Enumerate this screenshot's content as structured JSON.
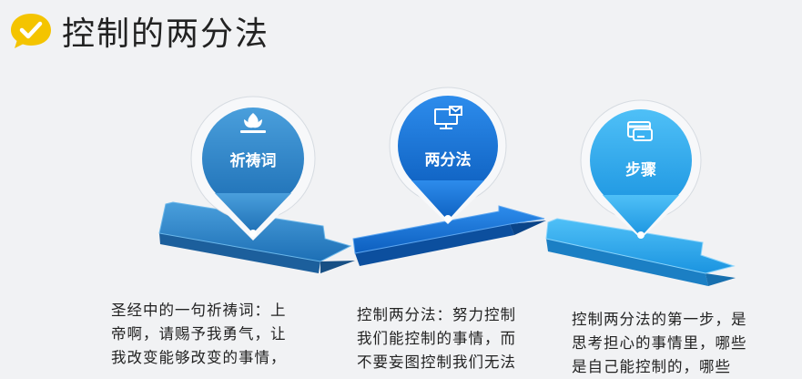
{
  "title": "控制的两分法",
  "colors": {
    "background": "#f1f2f4",
    "step1": "#2f86c9",
    "step2": "#1673d4",
    "step3": "#2ba6ee",
    "logo": "#f4c400"
  },
  "steps": [
    {
      "label": "祈祷词",
      "icon": "flower-icon",
      "text": [
        "圣经中的一句祈祷词：上",
        "帝啊，请赐予我勇气，让",
        "我改变能够改变的事情，"
      ]
    },
    {
      "label": "两分法",
      "icon": "monitor-mail-icon",
      "text": [
        "控制两分法：努力控制",
        "我们能控制的事情，而",
        "不要妄图控制我们无法"
      ]
    },
    {
      "label": "步骤",
      "icon": "card-icon",
      "text": [
        "控制两分法的第一步，是",
        "思考担心的事情里，哪些",
        "是自己能控制的，哪些"
      ]
    }
  ]
}
